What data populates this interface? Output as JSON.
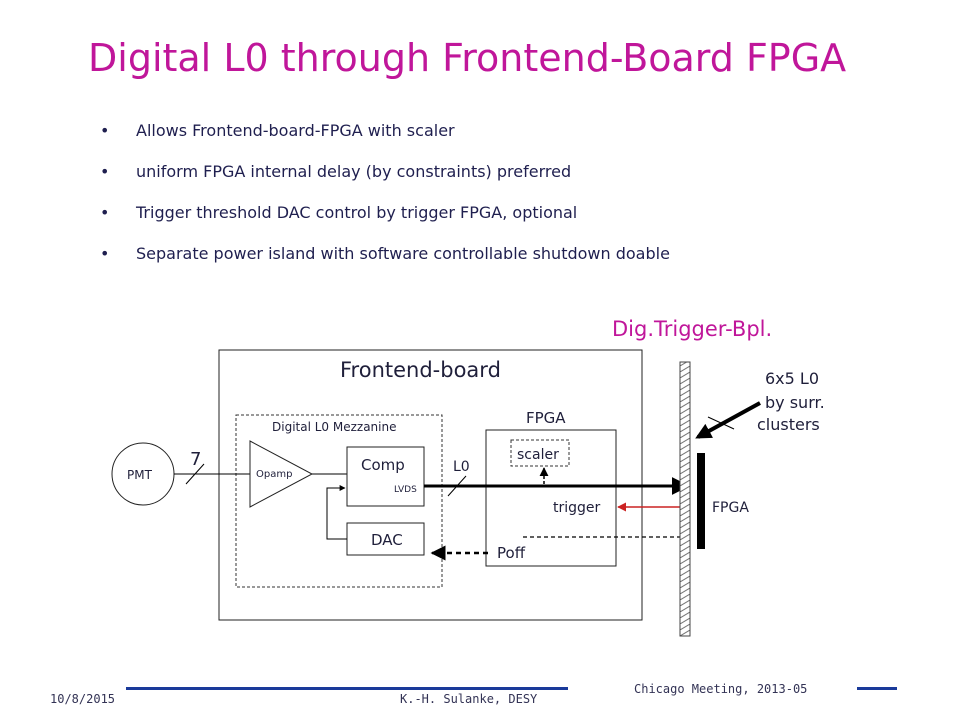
{
  "slide": {
    "title": "Digital L0 through Frontend-Board FPGA",
    "bullets": [
      "Allows Frontend-board-FPGA with scaler",
      "uniform FPGA internal delay (by constraints) preferred",
      "Trigger threshold DAC control by trigger FPGA, optional",
      "Separate power island with software controllable shutdown doable"
    ],
    "bullet_glyph": "•"
  },
  "diagram": {
    "backplane_label": "Dig.Trigger-Bpl.",
    "frontend_board_label": "Frontend-board",
    "mezzanine_label": "Digital L0 Mezzanine",
    "fpga_label": "FPGA",
    "scaler_label": "scaler",
    "pmt_label": "PMT",
    "bus_width": "7",
    "opamp_label": "Opamp",
    "comp_label": "Comp",
    "lvds_label": "LVDS",
    "dac_label": "DAC",
    "l0_label": "L0",
    "trigger_label": "trigger",
    "poff_label": "Poff",
    "trigger_fpga_label": "FPGA",
    "clusters_note": [
      "6x5 L0",
      "by surr.",
      "clusters"
    ]
  },
  "footer": {
    "date": "10/8/2015",
    "author": "K.-H. Sulanke, DESY",
    "meeting": "Chicago Meeting, 2013-05"
  },
  "colors": {
    "title": "#c0169a",
    "trigger_arrow": "#cc2222",
    "footer_line": "#1a3a9a"
  }
}
